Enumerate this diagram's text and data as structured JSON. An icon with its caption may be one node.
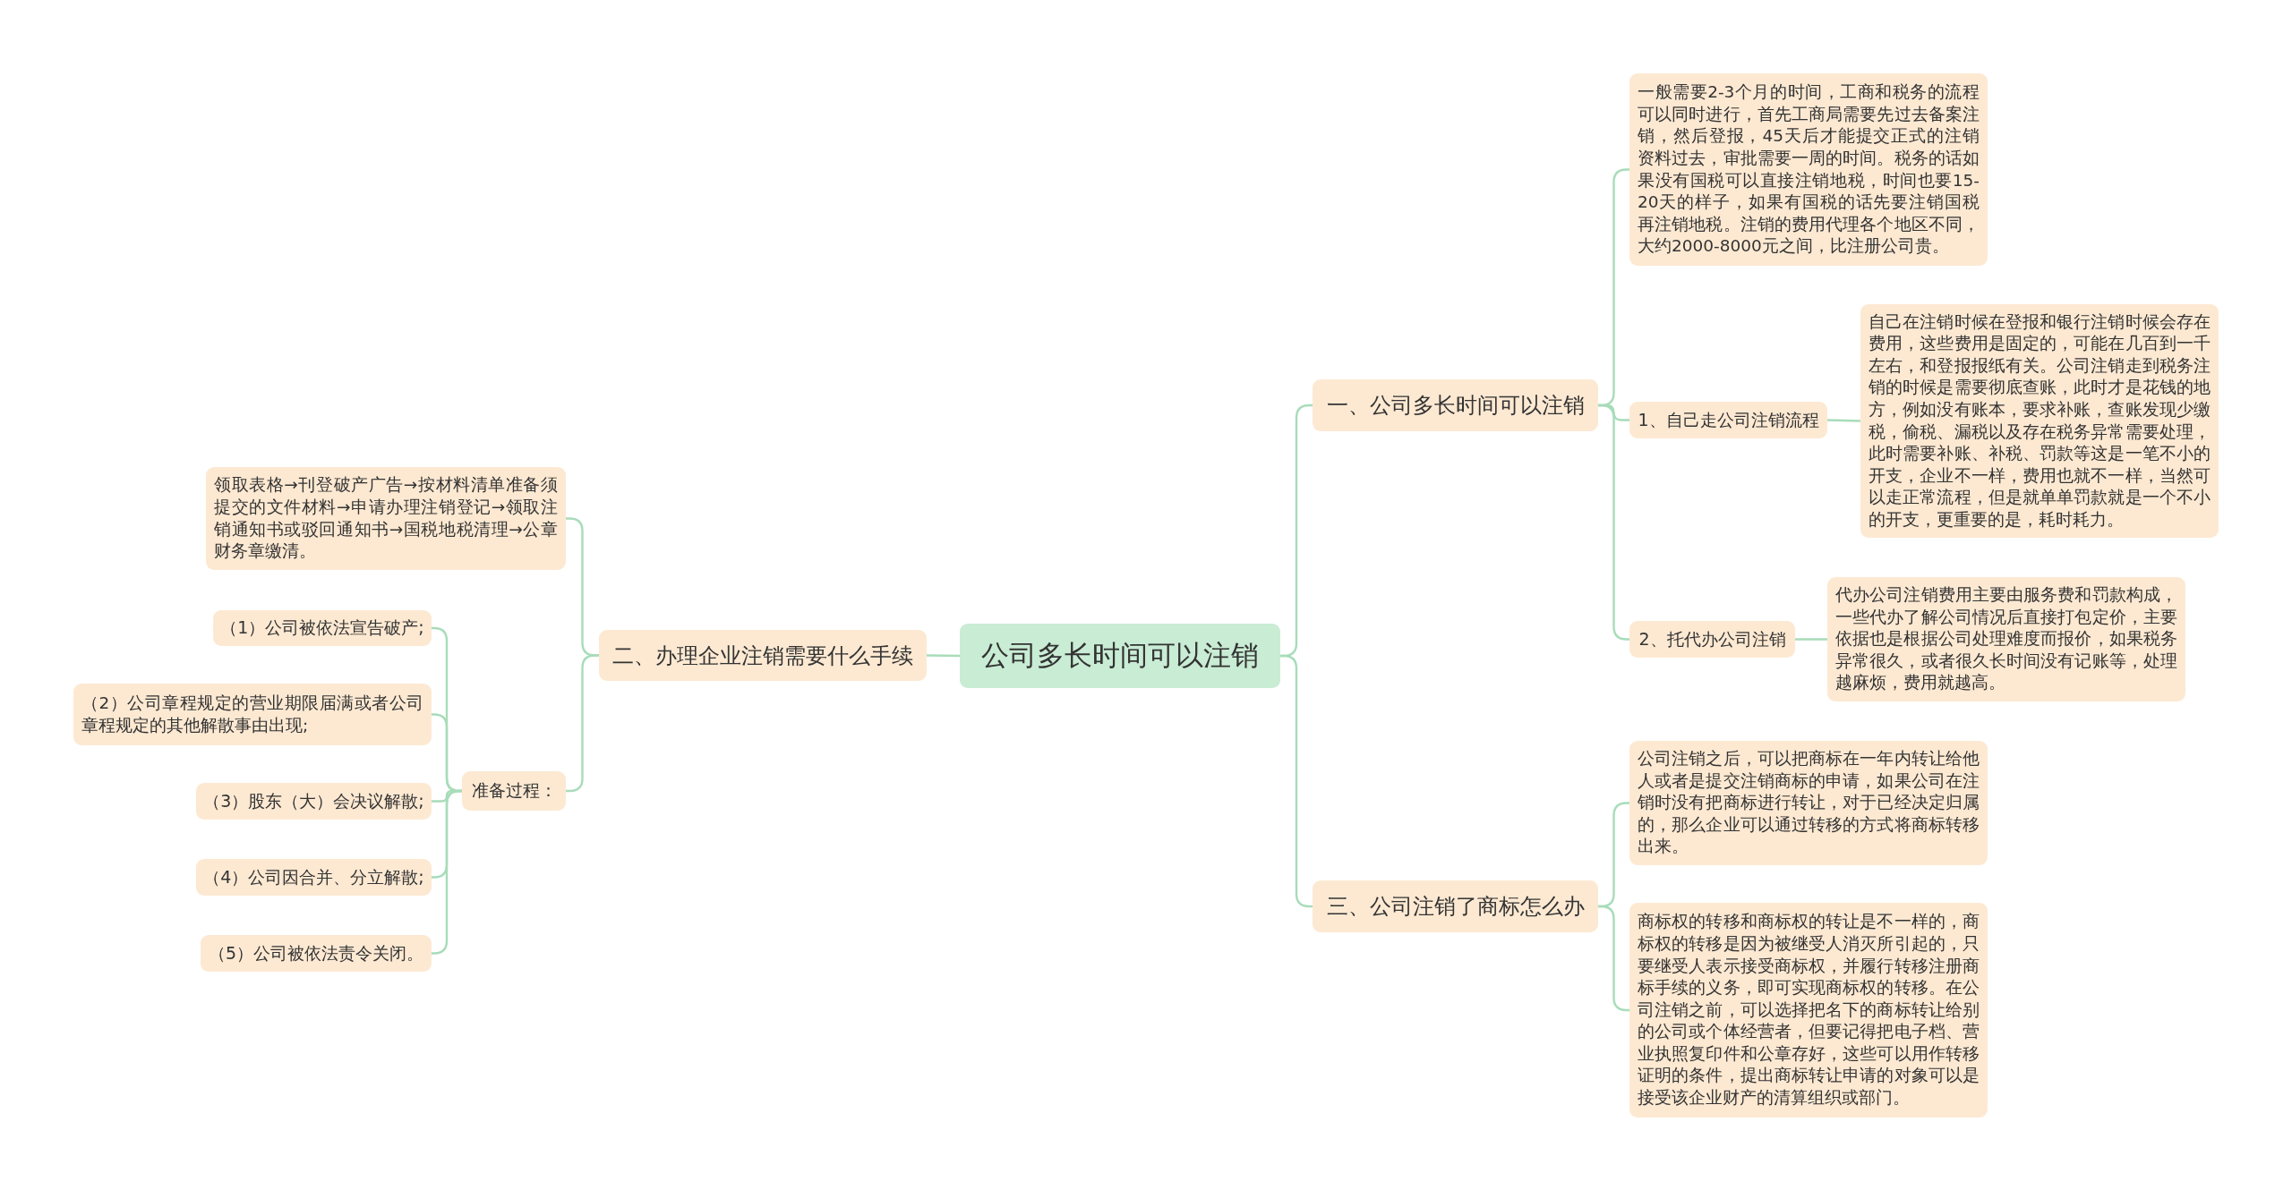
{
  "diagram": {
    "nodes": [
      {
        "text": [
          "公司多长时间可以注销"
        ]
      },
      {
        "text": [
          "一、公司多长时间可以注销"
        ]
      },
      {
        "text": [
          "一般需要2-3个月的时间，工商和税务的流程可以同时进行，首先工商局需要先过去备案注销，然后登报，45天后才能提交正式的注销资料过去，审批需要一周的时间。税务的话如果没有国税可以直接注销地税，时间也要15-20天的样子，如果有国税的话先要注销国税再注销地税。注销的费用代理各个地区不同，大约2000-8000元之间，比注册公司贵。"
        ]
      },
      {
        "text": [
          "1、自己走公司注销流程"
        ]
      },
      {
        "text": [
          "自己在注销时候在登报和银行注销时候会存在费用，这些费用是固定的，可能在几百到一千左右，和登报报纸有关。公司注销走到税务注销的时候是需要彻底查账，此时才是花钱的地方，例如没有账本，要求补账，查账发现少缴税，偷税、漏税以及存在税务异常需要处理，此时需要补账、补税、罚款等这是一笔不小的开支，企业不一样，费用也就不一样，当然可以走正常流程，但是就单单罚款就是一个不小的开支，更重要的是，耗时耗力。"
        ]
      },
      {
        "text": [
          "2、托代办公司注销"
        ]
      },
      {
        "text": [
          "代办公司注销费用主要由服务费和罚款构成，一些代办了解公司情况后直接打包定价，主要依据也是根据公司处理难度而报价，如果税务异常很久，或者很久长时间没有记账等，处理越麻烦，费用就越高。"
        ]
      },
      {
        "text": [
          "三、公司注销了商标怎么办"
        ]
      },
      {
        "text": [
          "公司注销之后，可以把商标在一年内转让给他人或者是提交注销商标的申请，如果公司在注销时没有把商标进行转让，对于已经决定归属的，那么企业可以通过转移的方式将商标转移出来。"
        ]
      },
      {
        "text": [
          "商标权的转移和商标权的转让是不一样的，商标权的转移是因为被继受人消灭所引起的，只要继受人表示接受商标权，并履行转移注册商标手续的义务，即可实现商标权的转移。在公司注销之前，可以选择把名下的商标转让给别的公司或个体经营者，但要记得把电子档、营业执照复印件和公章存好，这些可以用作转移证明的条件，提出商标转让申请的对象可以是接受该企业财产的清算组织或部门。"
        ]
      },
      {
        "text": [
          "二、办理企业注销需要什么手续"
        ]
      },
      {
        "text": [
          "领取表格→刊登破产广告→按材料清单准备须提交的文件材料→申请办理注销登记→领取注销通知书或驳回通知书→国税地税清理→公章财务章缴清。"
        ]
      },
      {
        "text": [
          "准备过程："
        ]
      },
      {
        "text": [
          "（1）公司被依法宣告破产;"
        ]
      },
      {
        "text": [
          "（2）公司章程规定的营业期限届满或者公司章程规定的其他解散事由出现;"
        ]
      },
      {
        "text": [
          "（3）股东（大）会决议解散;"
        ]
      },
      {
        "text": [
          "（4）公司因合并、分立解散;"
        ]
      },
      {
        "text": [
          "（5）公司被依法责令关闭。"
        ]
      }
    ],
    "edges": [
      {
        "from": 0,
        "to": 1,
        "arrow": "none"
      },
      {
        "from": 1,
        "to": 2,
        "arrow": "none"
      },
      {
        "from": 1,
        "to": 3,
        "arrow": "none"
      },
      {
        "from": 3,
        "to": 4,
        "arrow": "none"
      },
      {
        "from": 1,
        "to": 5,
        "arrow": "none"
      },
      {
        "from": 5,
        "to": 6,
        "arrow": "none"
      },
      {
        "from": 0,
        "to": 7,
        "arrow": "none"
      },
      {
        "from": 7,
        "to": 8,
        "arrow": "none"
      },
      {
        "from": 7,
        "to": 9,
        "arrow": "none"
      },
      {
        "from": 0,
        "to": 10,
        "arrow": "none"
      },
      {
        "from": 10,
        "to": 11,
        "arrow": "none"
      },
      {
        "from": 10,
        "to": 12,
        "arrow": "none"
      },
      {
        "from": 12,
        "to": 13,
        "arrow": "none"
      },
      {
        "from": 12,
        "to": 14,
        "arrow": "none"
      },
      {
        "from": 12,
        "to": 15,
        "arrow": "none"
      },
      {
        "from": 12,
        "to": 16,
        "arrow": "none"
      },
      {
        "from": 12,
        "to": 17,
        "arrow": "none"
      }
    ]
  }
}
